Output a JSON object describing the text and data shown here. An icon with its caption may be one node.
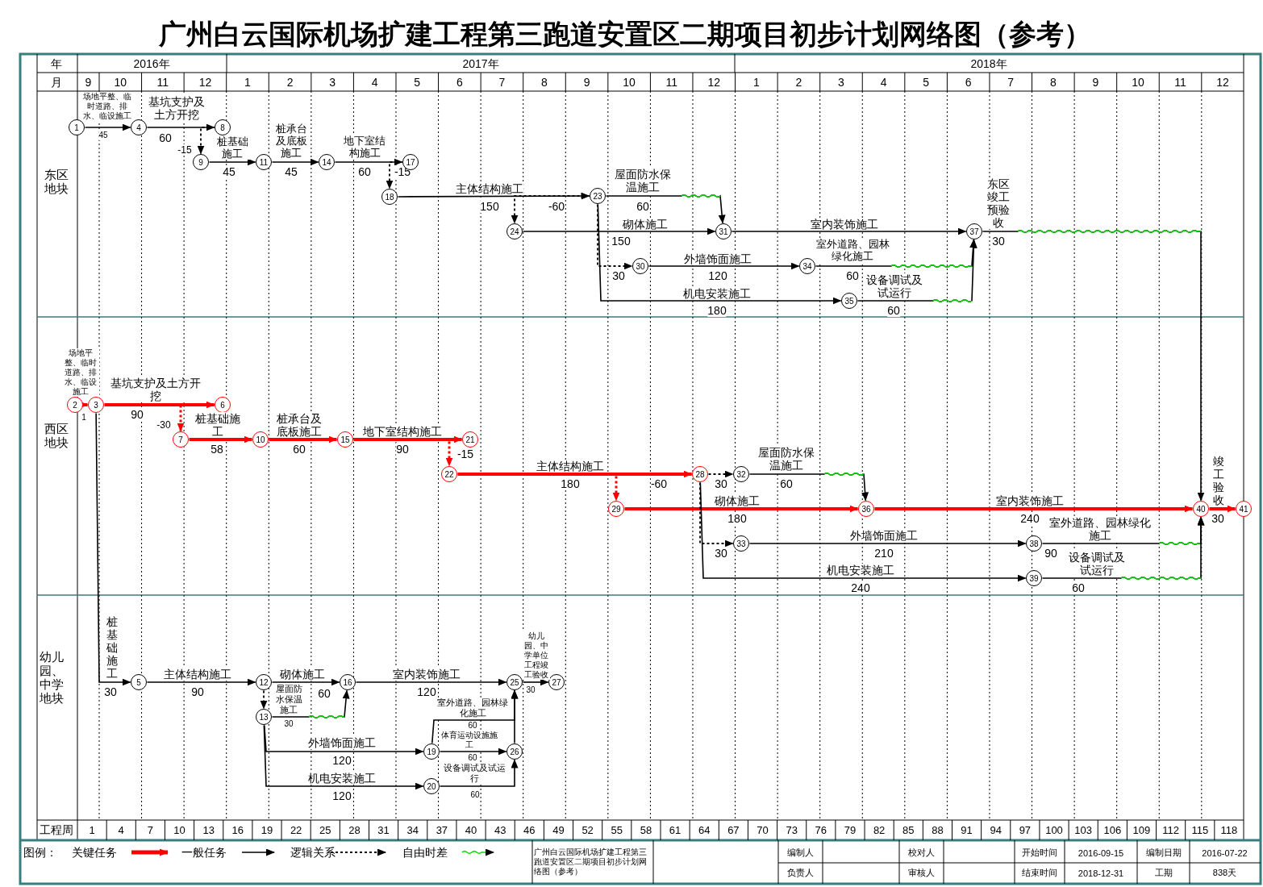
{
  "diagram": {
    "title": "广州白云国际机场扩建工程第三跑道安置区二期项目初步计划网络图（参考）",
    "nodes": [
      {
        "text": [
          "1"
        ]
      },
      {
        "text": [
          "2"
        ]
      },
      {
        "text": [
          "3"
        ]
      },
      {
        "text": [
          "4"
        ]
      },
      {
        "text": [
          "5"
        ]
      },
      {
        "text": [
          "6"
        ]
      },
      {
        "text": [
          "7"
        ]
      },
      {
        "text": [
          "8"
        ]
      },
      {
        "text": [
          "9"
        ]
      },
      {
        "text": [
          "10"
        ]
      },
      {
        "text": [
          "11"
        ]
      },
      {
        "text": [
          "12"
        ]
      },
      {
        "text": [
          "13"
        ]
      },
      {
        "text": [
          "14"
        ]
      },
      {
        "text": [
          "15"
        ]
      },
      {
        "text": [
          "16"
        ]
      },
      {
        "text": [
          "17"
        ]
      },
      {
        "text": [
          "18"
        ]
      },
      {
        "text": [
          "19"
        ]
      },
      {
        "text": [
          "20"
        ]
      },
      {
        "text": [
          "21"
        ]
      },
      {
        "text": [
          "22"
        ]
      },
      {
        "text": [
          "23"
        ]
      },
      {
        "text": [
          "24"
        ]
      },
      {
        "text": [
          "25"
        ]
      },
      {
        "text": [
          "26"
        ]
      },
      {
        "text": [
          "27"
        ]
      },
      {
        "text": [
          "28"
        ]
      },
      {
        "text": [
          "29"
        ]
      },
      {
        "text": [
          "30"
        ]
      },
      {
        "text": [
          "31"
        ]
      },
      {
        "text": [
          "32"
        ]
      },
      {
        "text": [
          "33"
        ]
      },
      {
        "text": [
          "34"
        ]
      },
      {
        "text": [
          "35"
        ]
      },
      {
        "text": [
          "36"
        ]
      },
      {
        "text": [
          "37"
        ]
      },
      {
        "text": [
          "38"
        ]
      },
      {
        "text": [
          "39"
        ]
      },
      {
        "text": [
          "40"
        ]
      },
      {
        "text": [
          "41"
        ]
      }
    ],
    "edges": [
      {
        "from": 0,
        "to": 3,
        "arrow": "to",
        "label": "场地平整、临时道路、排水、临设施工"
      },
      {
        "from": 3,
        "to": 7,
        "arrow": "to",
        "label": "基坑支护及土方开挖"
      },
      {
        "from": 7,
        "to": 8,
        "arrow": "to",
        "style": "dashed"
      },
      {
        "from": 8,
        "to": 10,
        "arrow": "to",
        "label": "桩基础施工"
      },
      {
        "from": 10,
        "to": 13,
        "arrow": "to",
        "label": "桩承台及底板施工"
      },
      {
        "from": 13,
        "to": 16,
        "arrow": "to",
        "label": "地下室结构施工"
      },
      {
        "from": 16,
        "to": 17,
        "arrow": "to",
        "style": "dashed"
      },
      {
        "from": 17,
        "to": 22,
        "arrow": "to",
        "label": "主体结构施工"
      },
      {
        "from": 22,
        "to": 23,
        "arrow": "to",
        "style": "dashed"
      },
      {
        "from": 22,
        "to": 30,
        "arrow": "to",
        "label": "屋面防水保温施工"
      },
      {
        "from": 23,
        "to": 30,
        "arrow": "to",
        "label": "砌体施工"
      },
      {
        "from": 22,
        "to": 29,
        "arrow": "to",
        "style": "dashed"
      },
      {
        "from": 22,
        "to": 34,
        "arrow": "to",
        "label": "机电安装施工"
      },
      {
        "from": 29,
        "to": 33,
        "arrow": "to",
        "label": "外墙饰面施工"
      },
      {
        "from": 30,
        "to": 36,
        "arrow": "to",
        "label": "室内装饰施工"
      },
      {
        "from": 33,
        "to": 36,
        "arrow": "to",
        "label": "室外道路、园林绿化施工"
      },
      {
        "from": 34,
        "to": 36,
        "arrow": "to",
        "label": "设备调试及试运行"
      },
      {
        "from": 36,
        "to": 39,
        "arrow": "to",
        "label": "东区竣工预验收"
      },
      {
        "from": 1,
        "to": 2,
        "arrow": "to",
        "label": "场地平整、临时道路、排水、临设施工",
        "style": "thick",
        "color": "#ff0000"
      },
      {
        "from": 2,
        "to": 5,
        "arrow": "to",
        "label": "基坑支护及土方开挖",
        "style": "thick",
        "color": "#ff0000"
      },
      {
        "from": 5,
        "to": 6,
        "arrow": "to",
        "style": "dashed",
        "color": "#ff0000"
      },
      {
        "from": 6,
        "to": 9,
        "arrow": "to",
        "label": "桩基础施工",
        "style": "thick",
        "color": "#ff0000"
      },
      {
        "from": 9,
        "to": 14,
        "arrow": "to",
        "label": "桩承台及底板施工",
        "style": "thick",
        "color": "#ff0000"
      },
      {
        "from": 14,
        "to": 20,
        "arrow": "to",
        "label": "地下室结构施工",
        "style": "thick",
        "color": "#ff0000"
      },
      {
        "from": 20,
        "to": 21,
        "arrow": "to",
        "style": "dashed",
        "color": "#ff0000"
      },
      {
        "from": 21,
        "to": 27,
        "arrow": "to",
        "label": "主体结构施工",
        "style": "thick",
        "color": "#ff0000"
      },
      {
        "from": 27,
        "to": 28,
        "arrow": "to",
        "style": "dashed",
        "color": "#ff0000"
      },
      {
        "from": 27,
        "to": 31,
        "arrow": "to",
        "style": "dashed"
      },
      {
        "from": 31,
        "to": 35,
        "arrow": "to",
        "label": "屋面防水保温施工"
      },
      {
        "from": 28,
        "to": 35,
        "arrow": "to",
        "label": "砌体施工",
        "style": "thick",
        "color": "#ff0000"
      },
      {
        "from": 27,
        "to": 32,
        "arrow": "to",
        "style": "dashed"
      },
      {
        "from": 32,
        "to": 37,
        "arrow": "to",
        "label": "外墙饰面施工"
      },
      {
        "from": 27,
        "to": 38,
        "arrow": "to",
        "label": "机电安装施工"
      },
      {
        "from": 35,
        "to": 39,
        "arrow": "to",
        "label": "室内装饰施工",
        "style": "thick",
        "color": "#ff0000"
      },
      {
        "from": 37,
        "to": 39,
        "arrow": "to",
        "label": "室外道路、园林绿化施工"
      },
      {
        "from": 38,
        "to": 39,
        "arrow": "to",
        "label": "设备调试及试运行"
      },
      {
        "from": 39,
        "to": 40,
        "arrow": "to",
        "label": "竣工验收",
        "style": "thick",
        "color": "#ff0000"
      },
      {
        "from": 2,
        "to": 4,
        "arrow": "to",
        "label": "桩基础施工"
      },
      {
        "from": 4,
        "to": 11,
        "arrow": "to",
        "label": "主体结构施工"
      },
      {
        "from": 11,
        "to": 15,
        "arrow": "to",
        "label": "砌体施工"
      },
      {
        "from": 11,
        "to": 12,
        "arrow": "to",
        "style": "dashed"
      },
      {
        "from": 12,
        "to": 15,
        "arrow": "to",
        "label": "屋面防水保温施工"
      },
      {
        "from": 12,
        "to": 18,
        "arrow": "to",
        "label": "外墙饰面施工"
      },
      {
        "from": 12,
        "to": 19,
        "arrow": "to",
        "label": "机电安装施工"
      },
      {
        "from": 15,
        "to": 24,
        "arrow": "to",
        "label": "室内装饰施工"
      },
      {
        "from": 24,
        "to": 26,
        "arrow": "to",
        "label": "幼儿园、中学单位工程竣工验收"
      },
      {
        "from": 18,
        "to": 24,
        "arrow": "to",
        "label": "室外道路、园林绿化施工"
      },
      {
        "from": 18,
        "to": 25,
        "arrow": "to",
        "label": "体育运动设施施工"
      },
      {
        "from": 19,
        "to": 25,
        "arrow": "to",
        "label": "设备调试及试运行"
      },
      {
        "from": 25,
        "to": 24,
        "arrow": "to"
      }
    ],
    "labels": [
      "年",
      "2016年",
      "2017年",
      "2018年",
      "月",
      "9",
      "10",
      "11",
      "12",
      "1",
      "2",
      "3",
      "4",
      "5",
      "6",
      "7",
      "8",
      "9",
      "10",
      "11",
      "12",
      "1",
      "2",
      "3",
      "4",
      "5",
      "6",
      "7",
      "8",
      "9",
      "10",
      "11",
      "12",
      "东区地块",
      "西区地块",
      "幼儿园、中学地块",
      "工程周",
      "1",
      "4",
      "7",
      "10",
      "13",
      "16",
      "19",
      "22",
      "25",
      "28",
      "31",
      "34",
      "37",
      "40",
      "43",
      "46",
      "49",
      "52",
      "55",
      "58",
      "61",
      "64",
      "67",
      "70",
      "73",
      "76",
      "79",
      "82",
      "85",
      "88",
      "91",
      "94",
      "97",
      "100",
      "103",
      "106",
      "109",
      "112",
      "115",
      "118",
      "图例：",
      "45",
      "60",
      "45",
      "45",
      "60",
      "-15",
      "-15",
      "150",
      "-60",
      "60",
      "150",
      "30",
      "120",
      "180",
      "60",
      "60",
      "30",
      "1",
      "90",
      "-30",
      "58",
      "60",
      "90",
      "-15",
      "180",
      "-60",
      "30",
      "60",
      "180",
      "240",
      "30",
      "210",
      "90",
      "240",
      "60",
      "30",
      "30",
      "90",
      "60",
      "30",
      "120",
      "30",
      "120",
      "120",
      "60",
      "60",
      "60",
      "广州白云国际机场扩建工程第三跑道安置区二期项目初步计划网络图（参考）",
      "编制人",
      "校对人",
      "开始时间",
      "2016-09-15",
      "编制日期",
      "2016-07-22",
      "负责人",
      "审核人",
      "结束时间",
      "2018-12-31",
      "工期",
      "838天"
    ],
    "legend": [
      {
        "text": "关键任务"
      },
      {
        "text": "一般任务"
      },
      {
        "text": "逻辑关系"
      },
      {
        "text": "自由时差"
      }
    ]
  }
}
